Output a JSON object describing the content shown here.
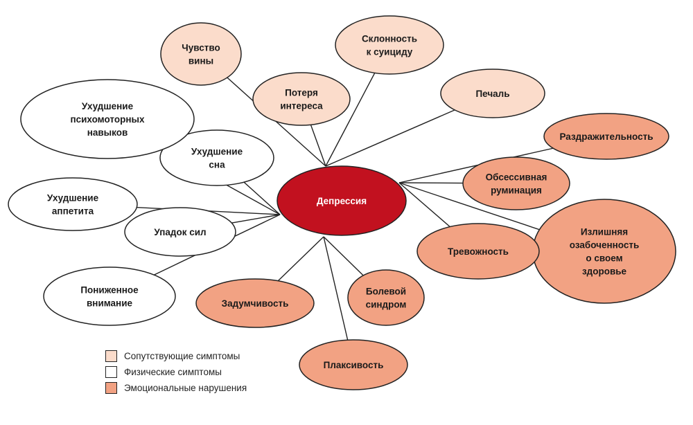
{
  "colors": {
    "center": "#c2111f",
    "related": "#fbdccb",
    "physical": "#ffffff",
    "emotional": "#f2a283"
  },
  "center": {
    "label": "Депрессия"
  },
  "nodes": [
    {
      "lines": [
        "Чувство",
        "вины"
      ],
      "category": "related"
    },
    {
      "lines": [
        "Склонность",
        "к суициду"
      ],
      "category": "related"
    },
    {
      "lines": [
        "Потеря",
        "интереса"
      ],
      "category": "related"
    },
    {
      "lines": [
        "Печаль"
      ],
      "category": "related"
    },
    {
      "lines": [
        "Раздражительность"
      ],
      "category": "emotional"
    },
    {
      "lines": [
        "Обсессивная",
        "руминация"
      ],
      "category": "emotional"
    },
    {
      "lines": [
        "Излишняя",
        "озабоченность",
        "о своем",
        "здоровье"
      ],
      "category": "emotional"
    },
    {
      "lines": [
        "Тревожность"
      ],
      "category": "emotional"
    },
    {
      "lines": [
        "Болевой",
        "синдром"
      ],
      "category": "emotional"
    },
    {
      "lines": [
        "Плаксивость"
      ],
      "category": "emotional"
    },
    {
      "lines": [
        "Задумчивость"
      ],
      "category": "emotional"
    },
    {
      "lines": [
        "Пониженное",
        "внимание"
      ],
      "category": "physical"
    },
    {
      "lines": [
        "Упадок сил"
      ],
      "category": "physical"
    },
    {
      "lines": [
        "Ухудшение",
        "аппетита"
      ],
      "category": "physical"
    },
    {
      "lines": [
        "Ухудшение",
        "сна"
      ],
      "category": "physical"
    },
    {
      "lines": [
        "Ухудшение",
        "психомоторных",
        "навыков"
      ],
      "category": "physical"
    }
  ],
  "legend": [
    {
      "label": "Сопутствующие симптомы",
      "category": "related"
    },
    {
      "label": "Физические симптомы",
      "category": "physical"
    },
    {
      "label": "Эмоциональные нарушения",
      "category": "emotional"
    }
  ]
}
